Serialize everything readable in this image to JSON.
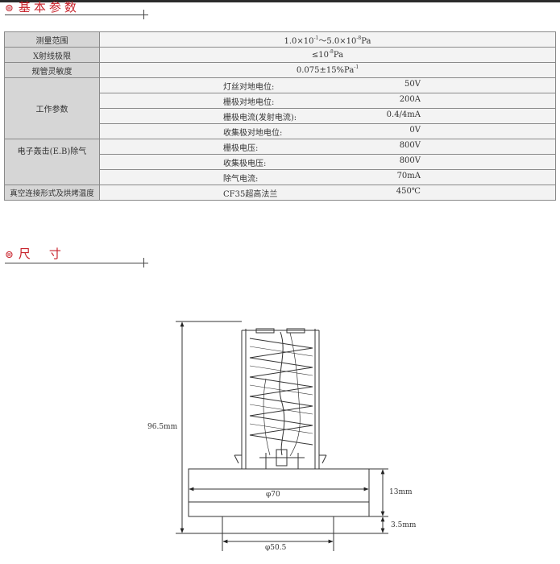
{
  "sections": {
    "params_title": "基本参数",
    "dims_title": "尺　寸"
  },
  "params": {
    "range": {
      "label": "测量范围",
      "value_a": "1.0×10",
      "exp_a": "-1",
      "value_b": "～5.0×10",
      "exp_b": "-8",
      "unit": "Pa"
    },
    "xray": {
      "label": "X射线极限",
      "value": "≤10",
      "exp": "-8",
      "unit": "Pa"
    },
    "sensitivity": {
      "label": "规管灵敏度",
      "value": "0.075±15%Pa",
      "exp": "-1"
    },
    "operating": {
      "label": "工作参数",
      "rows": [
        {
          "name": "灯丝对地电位:",
          "value": "50V"
        },
        {
          "name": "栅极对地电位:",
          "value": "200A"
        },
        {
          "name": "栅极电流(发射电流):",
          "value": "0.4/4mA"
        },
        {
          "name": "收集极对地电位:",
          "value": "0V"
        }
      ]
    },
    "degas": {
      "label": "电子轰击(E.B)除气",
      "rows": [
        {
          "name": "栅极电压:",
          "value": "800V"
        },
        {
          "name": "收集极电压:",
          "value": "800V"
        },
        {
          "name": "除气电流:",
          "value": "70mA"
        }
      ]
    },
    "vacuum": {
      "label": "真空连接形式及烘烤温度",
      "flange": "CF35超高法兰",
      "temp": "450℃"
    }
  },
  "dimensions": {
    "height": "96.5mm",
    "flange_thickness": "13mm",
    "base_thickness": "3.5mm",
    "flange_diameter": "φ70",
    "base_diameter": "φ50.5"
  }
}
